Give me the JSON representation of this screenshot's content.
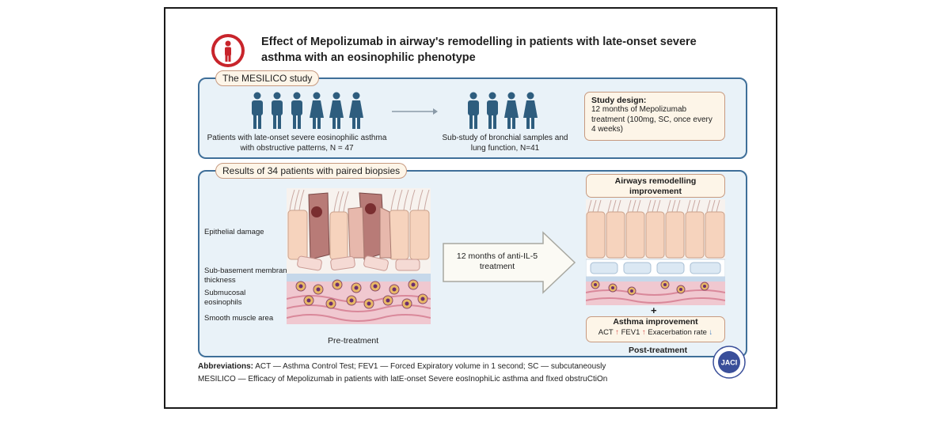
{
  "title": "Effect of Mepolizumab in airway's remodelling in patients with late-onset severe asthma with an eosinophilic phenotype",
  "section1": {
    "tag": "The MESILICO study",
    "patients_caption": "Patients with late-onset severe eosinophilic asthma with obstructive patterns, N = 47",
    "substudy_caption": "Sub-study of bronchial samples and lung function, N=41",
    "design_title": "Study design:",
    "design_text": "12 months of Mepolizumab treatment (100mg, SC, once every 4 weeks)"
  },
  "section2": {
    "tag": "Results of 34 patients with paired biopsies",
    "labels": [
      "Epithelial damage",
      "Sub-basement membrane thickness",
      "Submucosal eosinophils",
      "Smooth muscle area"
    ],
    "pre_label": "Pre-treatment",
    "arrow_text": "12 months of anti-IL-5 treatment",
    "remodel_title": "Airways remodelling improvement",
    "plus": "+",
    "asthma_title": "Asthma improvement",
    "act": "ACT",
    "fev1": "FEV1",
    "exacerbation": "Exacerbation rate",
    "post_label": "Post-treatment"
  },
  "abbreviations": {
    "label": "Abbreviations:",
    "line1": "ACT — Asthma Control Test; FEV1 — Forced Expiratory volume in 1 second; SC — subcutaneously",
    "line2": "MESILICO — Efficacy of Mepolizumab in patients with latE-onset Severe eosInophiLic asthma and fIxed obstruCtiOn"
  },
  "logo_text": "JACI",
  "colors": {
    "panel_border": "#3f6f99",
    "panel_fill": "#e9f2f8",
    "tag_border": "#c79a80",
    "person": "#2e5d7e",
    "arrow_up": "#d9534f",
    "arrow_down": "#3a78c3"
  }
}
